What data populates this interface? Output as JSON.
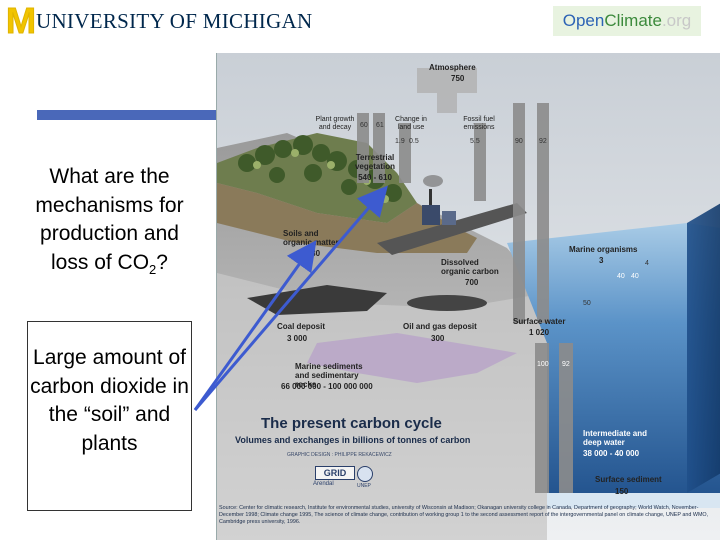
{
  "header": {
    "university_m": "M",
    "university_name": "UNIVERSITY OF MICHIGAN",
    "openclimate_open": "Open",
    "openclimate_climate": "Climate",
    "openclimate_org": ".org"
  },
  "question": {
    "text": "What are the mechanisms for production and loss of CO",
    "subscript": "2",
    "suffix": "?"
  },
  "answer": {
    "text": "Large  amount of carbon dioxide in the “soil” and plants"
  },
  "diagram": {
    "atmosphere_label": "Atmosphere",
    "atmosphere_value": "750",
    "plant_growth_label": "Plant growth and decay",
    "land_use_label": "Change in land use",
    "fossil_fuel_label": "Fossil fuel emissions",
    "flux_60": "60",
    "flux_61": "61",
    "flux_1_9": "1.9",
    "flux_0_5": "0.5",
    "flux_5_5": "5.5",
    "flux_90": "90",
    "flux_92": "92",
    "terrestrial_label": "Terrestrial vegetation",
    "terrestrial_value": "540 - 610",
    "soils_label": "Soils and organic matter",
    "soils_value": "1 580",
    "marine_org_label": "Marine organisms",
    "marine_org_value": "3",
    "flux_40a": "40",
    "flux_40b": "40",
    "flux_4": "4",
    "flux_50": "50",
    "dissolved_label": "Dissolved organic carbon",
    "dissolved_value": "700",
    "surface_water_label": "Surface water",
    "surface_water_value": "1 020",
    "coal_label": "Coal deposit",
    "coal_value": "3 000",
    "oil_gas_label": "Oil and gas deposit",
    "oil_gas_value": "300",
    "marine_sed_label": "Marine sediments and sedimentary rocks",
    "marine_sed_value": "66 000 000 - 100 000 000",
    "flux_100": "100",
    "flux_92b": "92",
    "deep_water_label": "Intermediate and deep water",
    "deep_water_value": "38 000 - 40 000",
    "surface_sediment_label": "Surface sediment",
    "surface_sediment_value": "150",
    "title": "The present carbon cycle",
    "subtitle": "Volumes and exchanges in billions of tonnes of carbon",
    "credit": "GRAPHIC DESIGN : PHILIPPE REKACEWICZ",
    "grid_logo": "GRID",
    "grid_sub": "Arendal",
    "unep_sub": "UNEP",
    "source": "Source: Center for climatic research, Institute for environmental studies, university of Wisconsin at Madison; Okanagan university college in Canada, Department of geography; World Watch, November-December 1998; Climate change 1995, The science of climate change, contribution of working group 1 to the second assessment report of the intergovernmental panel on climate change, UNEP and WMO, Cambridge press university, 1996."
  },
  "colors": {
    "brand_blue": "#00274c",
    "maize": "#f1c400",
    "accent_bar": "#4a68b9",
    "arrow": "#3d5bd0",
    "ocean": "#2f6aa8"
  }
}
